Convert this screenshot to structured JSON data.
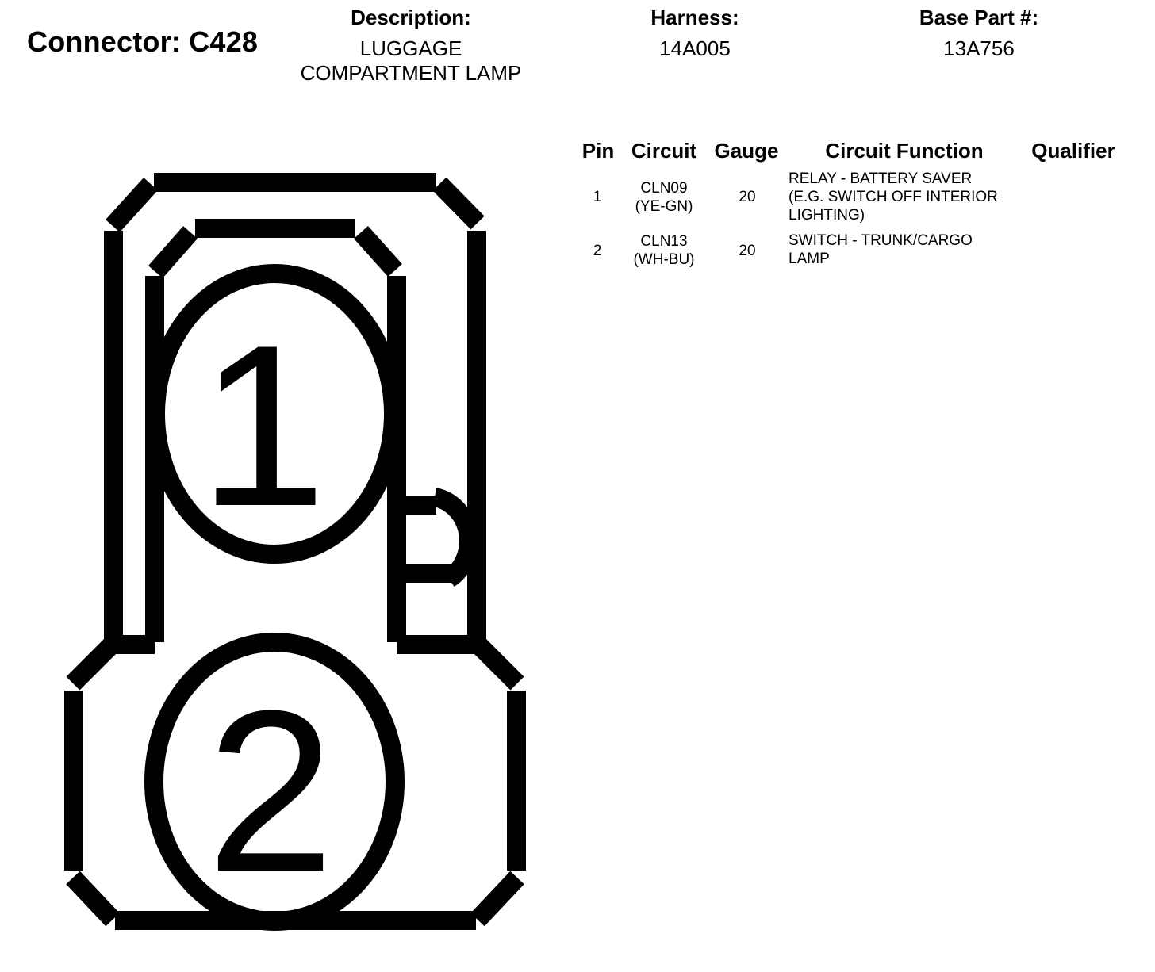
{
  "connector": {
    "label": "Connector: C428"
  },
  "description": {
    "label": "Description:",
    "lines": [
      "LUGGAGE",
      "COMPARTMENT LAMP"
    ]
  },
  "harness": {
    "label": "Harness:",
    "value": "14A005"
  },
  "base_part": {
    "label": "Base Part #:",
    "value": "13A756"
  },
  "table": {
    "headers": {
      "pin": "Pin",
      "circuit": "Circuit",
      "gauge": "Gauge",
      "function": "Circuit Function",
      "qualifier": "Qualifier"
    },
    "rows": [
      {
        "pin": "1",
        "circuit": [
          "CLN09",
          "(YE-GN)"
        ],
        "gauge": "20",
        "function": [
          "RELAY - BATTERY SAVER",
          "(E.G. SWITCH OFF INTERIOR",
          "LIGHTING)"
        ],
        "qualifier": ""
      },
      {
        "pin": "2",
        "circuit": [
          "CLN13",
          "(WH-BU)"
        ],
        "gauge": "20",
        "function": [
          "SWITCH - TRUNK/CARGO",
          "LAMP"
        ],
        "qualifier": ""
      }
    ]
  },
  "diagram": {
    "pin_labels": [
      "1",
      "2"
    ]
  }
}
